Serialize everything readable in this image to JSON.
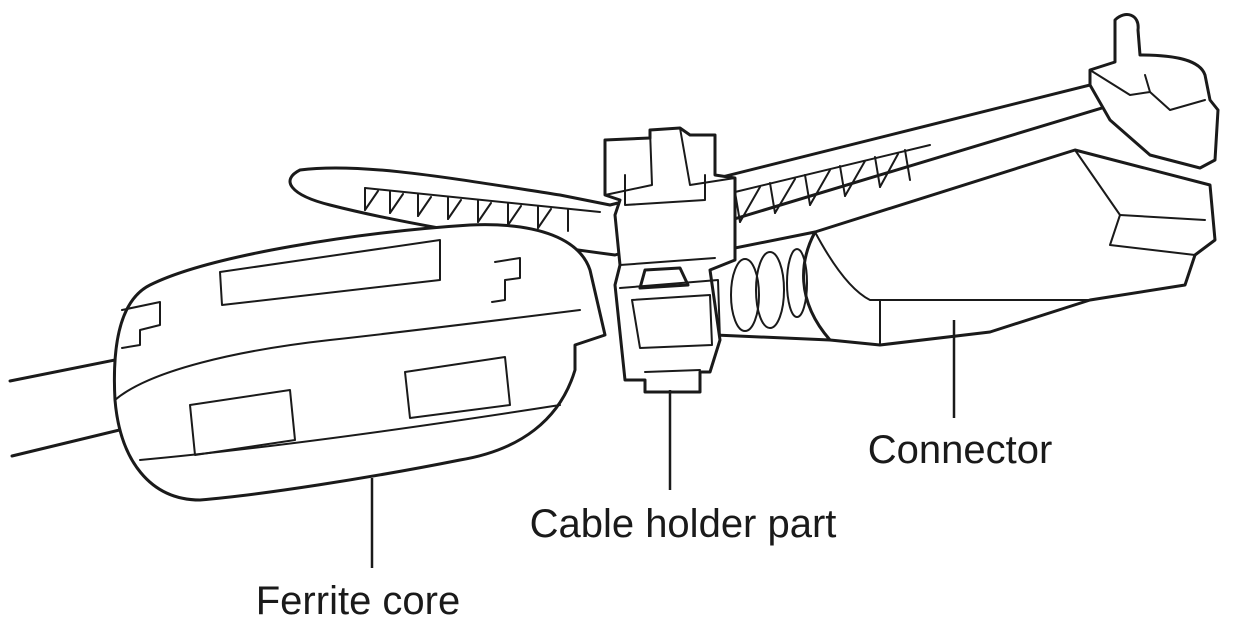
{
  "labels": {
    "connector": "Connector",
    "cable_holder": "Cable holder part",
    "ferrite_core": "Ferrite core"
  }
}
